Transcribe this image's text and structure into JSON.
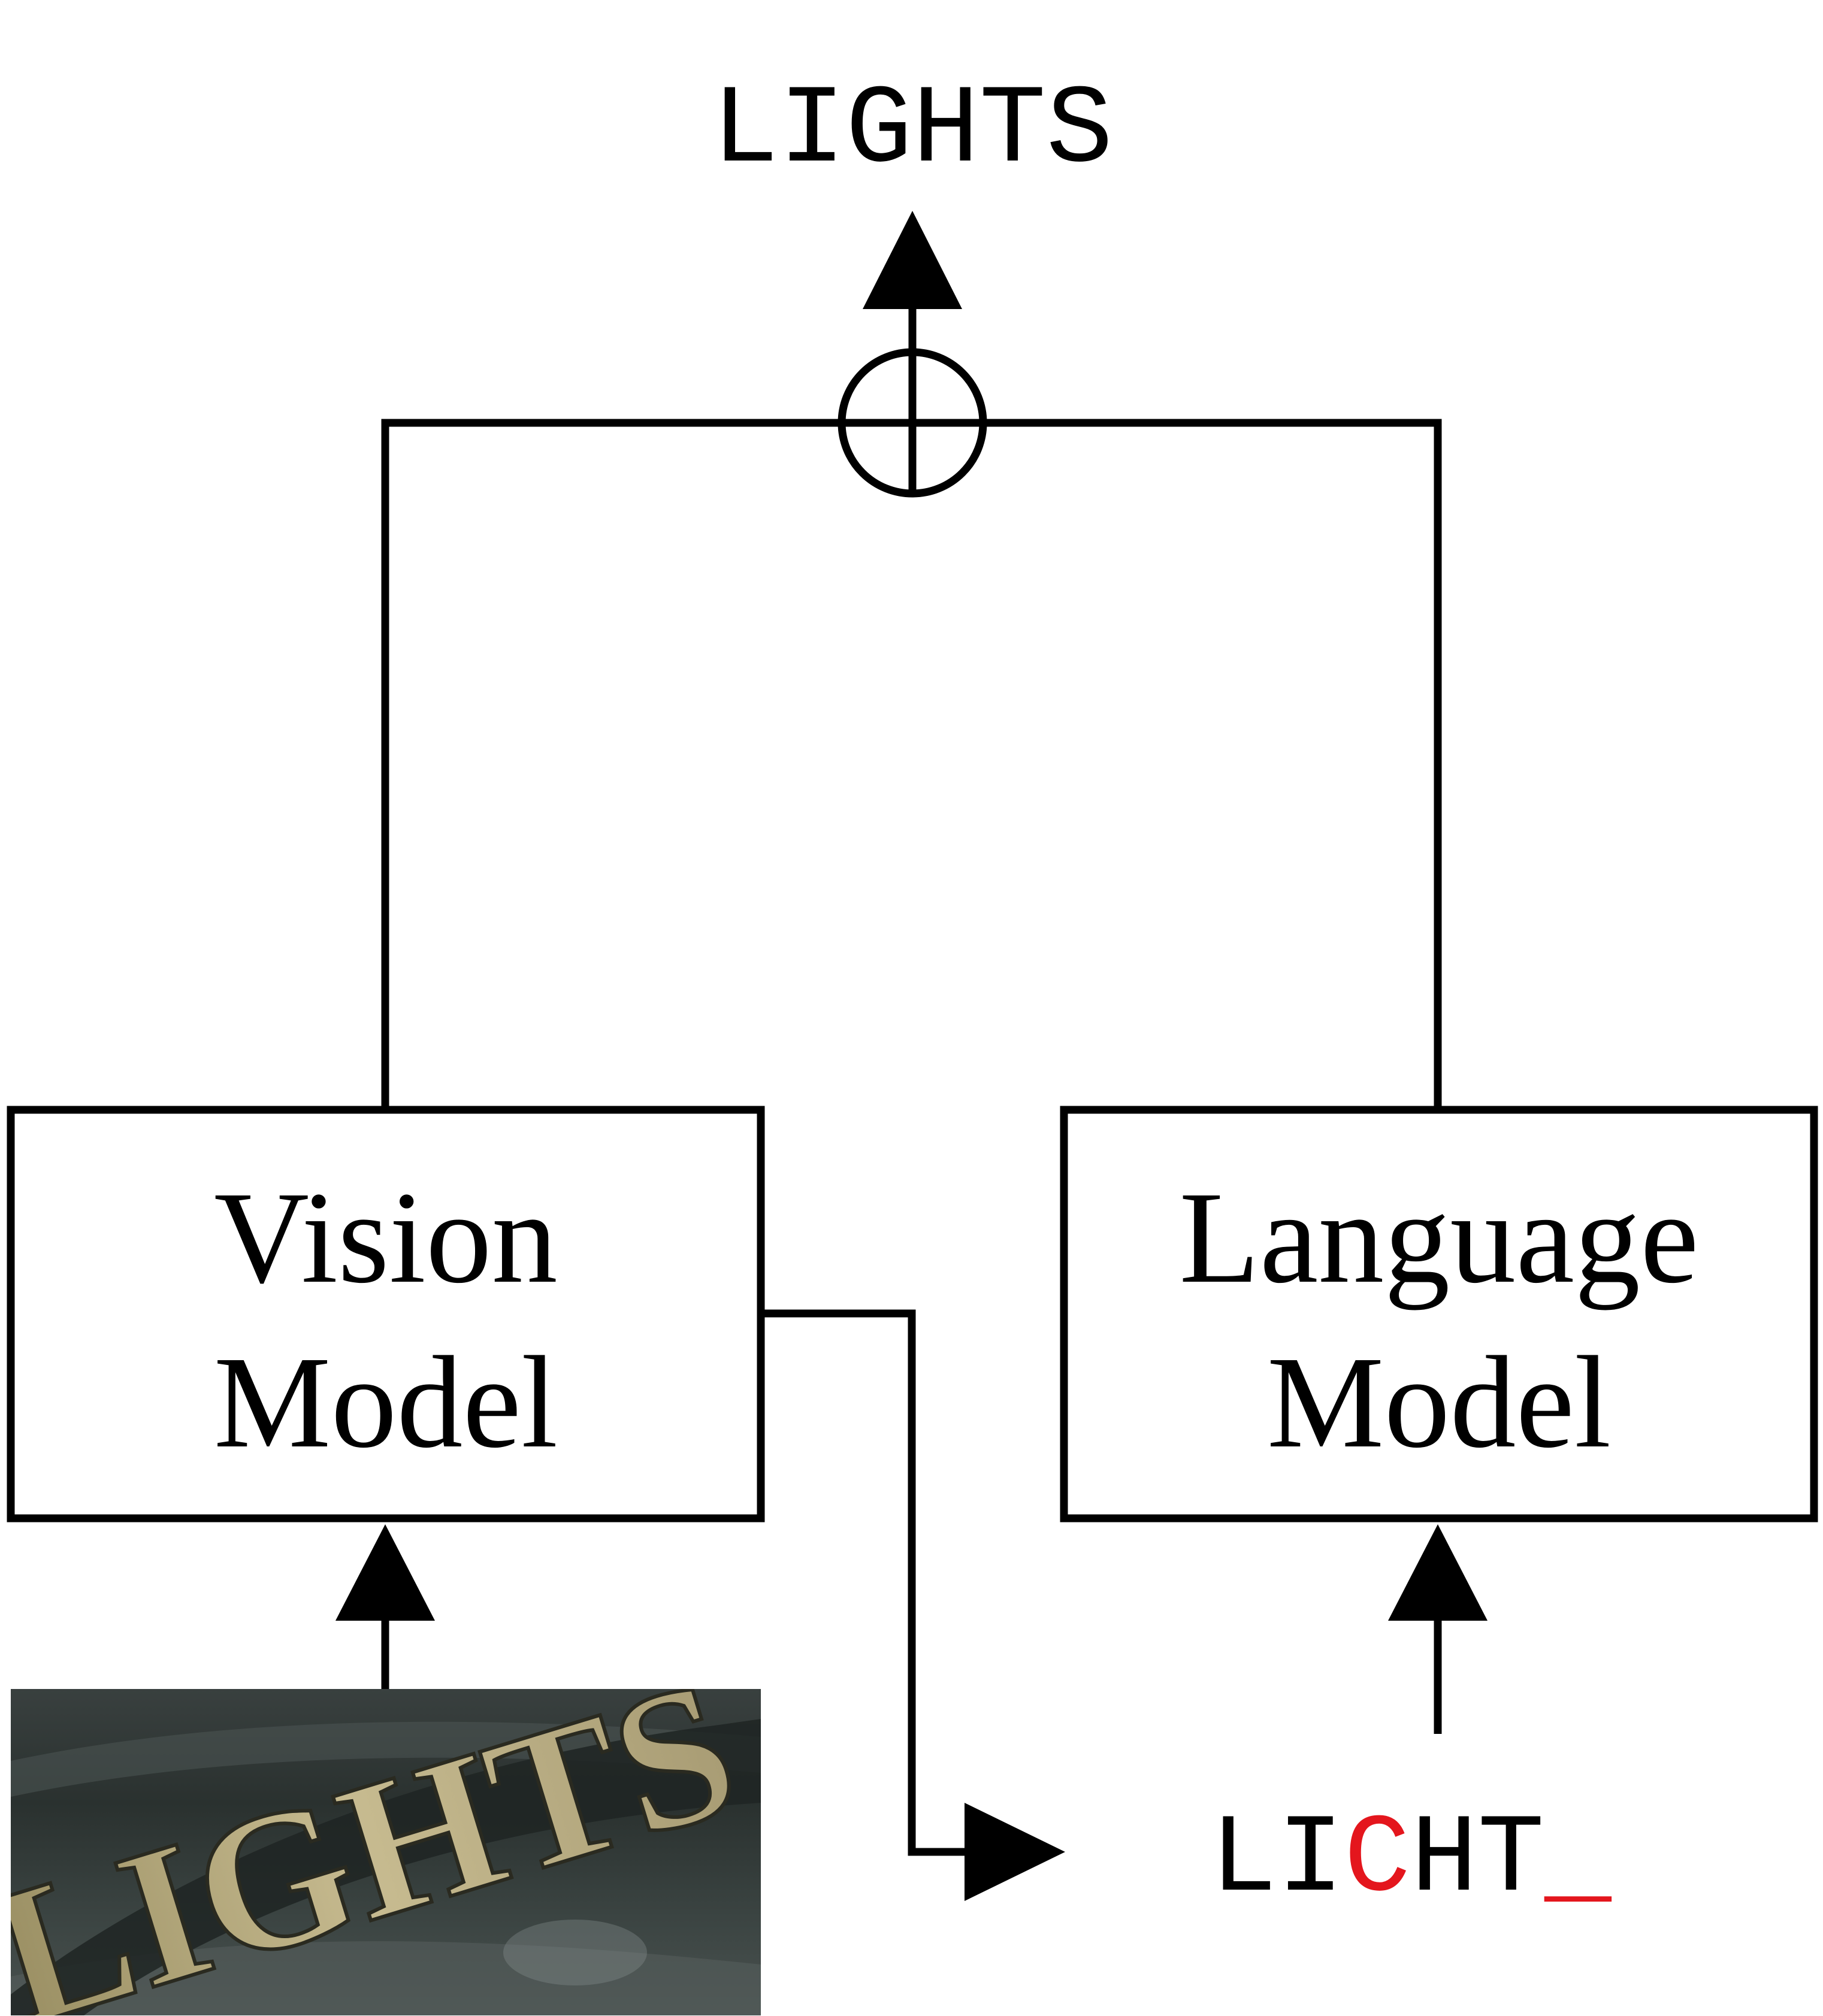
{
  "output": {
    "text": "LIGHTS"
  },
  "vision_model": {
    "line1": "Vision",
    "line2": "Model"
  },
  "language_model": {
    "line1": "Language",
    "line2": "Model"
  },
  "input_image": {
    "word": "LIGHTS"
  },
  "vision_prediction": {
    "chars": [
      "L",
      "I",
      "C",
      "H",
      "T",
      "_"
    ],
    "error_indices": [
      2,
      5
    ]
  },
  "colors": {
    "line": "#000000",
    "error": "#e4161d"
  }
}
